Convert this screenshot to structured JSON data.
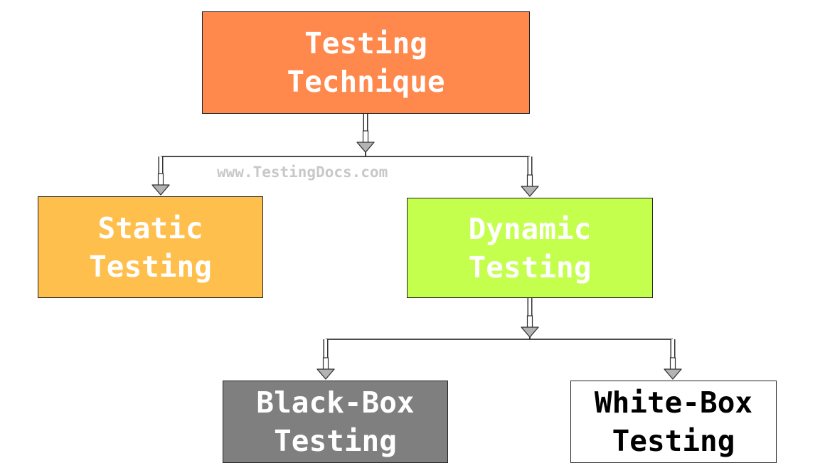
{
  "diagram": {
    "watermark": "www.TestingDocs.com",
    "nodes": {
      "root": {
        "label": "Testing\nTechnique",
        "fill": "#FF884D",
        "text_color": "#FFFFFF"
      },
      "static": {
        "label": "Static\nTesting",
        "fill": "#FFBF4D",
        "text_color": "#FFFFFF"
      },
      "dynamic": {
        "label": "Dynamic\nTesting",
        "fill": "#C4FF4D",
        "text_color": "#FFFFFF"
      },
      "blackbox": {
        "label": "Black-Box\nTesting",
        "fill": "#7F7F7F",
        "text_color": "#FFFFFF"
      },
      "whitebox": {
        "label": "White-Box\nTesting",
        "fill": "#FFFFFF",
        "text_color": "#000000"
      }
    },
    "edges": [
      {
        "from": "Testing Technique",
        "to": "Static Testing"
      },
      {
        "from": "Testing Technique",
        "to": "Dynamic Testing"
      },
      {
        "from": "Dynamic Testing",
        "to": "Black-Box Testing"
      },
      {
        "from": "Dynamic Testing",
        "to": "White-Box Testing"
      }
    ],
    "colors": {
      "connector_line": "#111111",
      "arrow_fill": "#B3B3B3",
      "arrow_stroke": "#333333",
      "watermark": "#C8C8C8"
    }
  }
}
